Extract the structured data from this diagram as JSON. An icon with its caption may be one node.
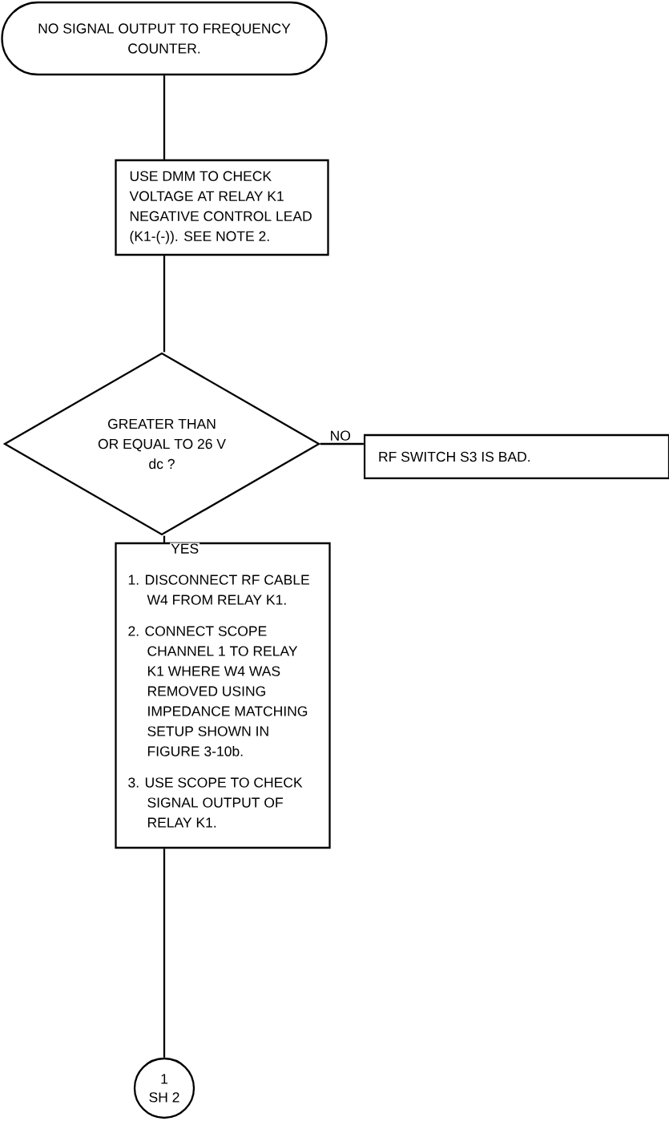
{
  "diagram": {
    "nodes": [
      {
        "text": [
          "NO SIGNAL OUTPUT TO FREQUENCY COUNTER."
        ]
      },
      {
        "text": [
          "USE DMM TO CHECK VOLTAGE AT RELAY K1 NEGATIVE CONTROL LEAD (K1-(-)). SEE NOTE 2."
        ]
      },
      {
        "text": [
          "GREATER THAN OR EQUAL TO 26 V dc ?"
        ]
      },
      {
        "text": [
          "RF SWITCH S3 IS BAD."
        ]
      },
      {
        "text": [
          "1. DISCONNECT RF CABLE W4 FROM RELAY K1.",
          "2. CONNECT SCOPE CHANNEL 1 TO RELAY K1 WHERE W4 WAS REMOVED USING IMPEDANCE MATCHING SETUP SHOWN IN FIGURE 3-10b.",
          "3. USE SCOPE TO CHECK SIGNAL OUTPUT OF RELAY K1."
        ]
      },
      {
        "text": [
          "1",
          "SH 2"
        ]
      }
    ],
    "edges": [
      {
        "from": 0,
        "to": 1,
        "arrow": "none"
      },
      {
        "from": 1,
        "to": 2,
        "arrow": "none"
      },
      {
        "from": 2,
        "to": 3,
        "arrow": "none",
        "label": "NO"
      },
      {
        "from": 2,
        "to": 4,
        "arrow": "none",
        "label": "YES"
      },
      {
        "from": 4,
        "to": 5,
        "arrow": "none"
      }
    ]
  }
}
